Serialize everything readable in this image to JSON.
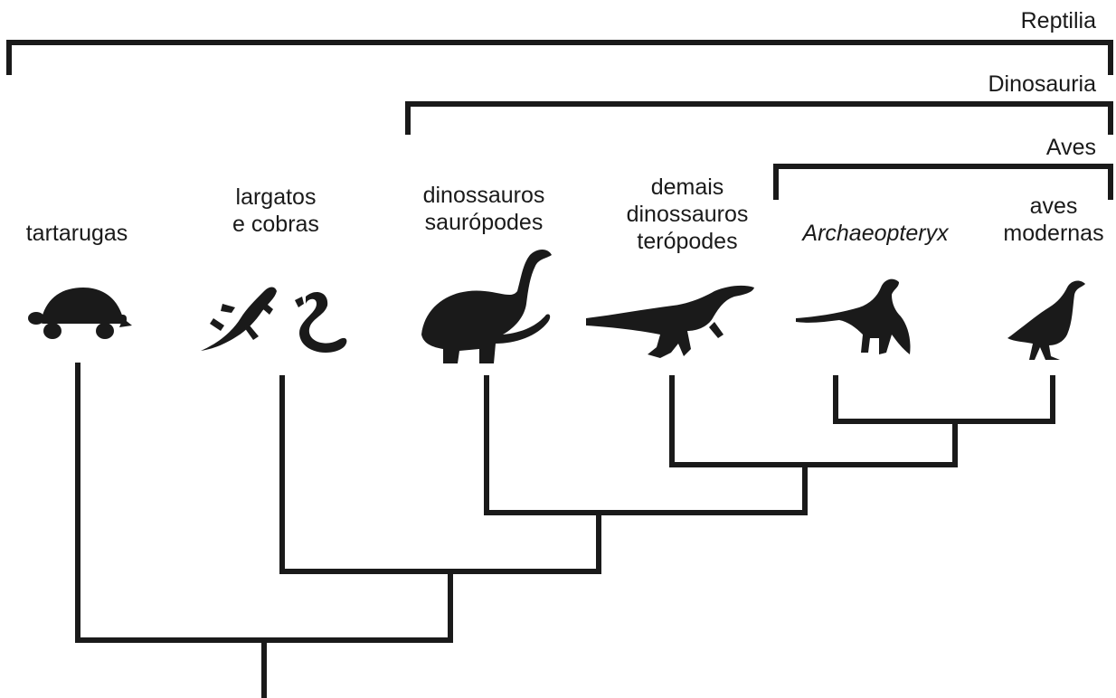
{
  "clades": {
    "reptilia": "Reptilia",
    "dinosauria": "Dinosauria",
    "aves": "Aves"
  },
  "taxa": {
    "turtles": "tartarugas",
    "lizards_snakes": "largatos\ne cobras",
    "sauropods": "dinossauros\nsaurópodes",
    "theropods": "demais\ndinossauros\nterópodes",
    "archaeopteryx": "Archaeopteryx",
    "modern_birds": "aves\nmodernas"
  },
  "icons": [
    "turtle-icon",
    "lizard-icon",
    "snake-icon",
    "sauropod-icon",
    "theropod-icon",
    "archaeopteryx-icon",
    "bird-icon"
  ],
  "colors": {
    "ink": "#1a1a1a",
    "background": "#ffffff"
  }
}
